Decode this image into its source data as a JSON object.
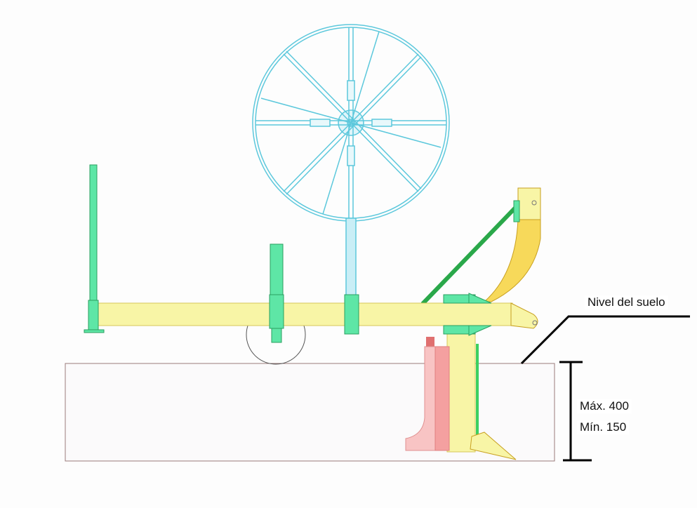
{
  "annotations": {
    "ground_level": "Nivel del suelo",
    "depth_max": "Máx. 400",
    "depth_min": "Mín. 150"
  },
  "colors": {
    "frame_yellow": "#f8f5a6",
    "shank_yellow": "#f7d95a",
    "green_parts": "#5ee6a6",
    "strut_green": "#2aa84a",
    "wheel_blue": "#5cc8dc",
    "red_part": "#f4a0a0",
    "soil_outline": "#9a7a7a",
    "dimension_black": "#000000"
  }
}
